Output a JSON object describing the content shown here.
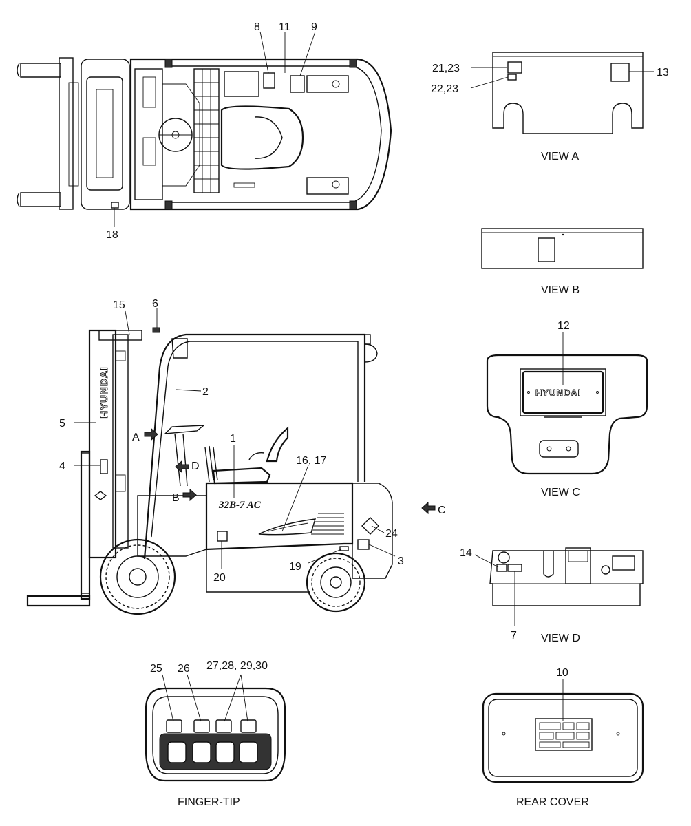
{
  "labels": {
    "n1": "1",
    "n2": "2",
    "n3": "3",
    "n4": "4",
    "n5": "5",
    "n6": "6",
    "n7": "7",
    "n8": "8",
    "n9": "9",
    "n10": "10",
    "n11": "11",
    "n12": "12",
    "n13": "13",
    "n14": "14",
    "n15": "15",
    "n16_17": "16, 17",
    "n18": "18",
    "n19": "19",
    "n20": "20",
    "n21_23": "21,23",
    "n22_23": "22,23",
    "n24": "24",
    "n25": "25",
    "n26": "26",
    "n27_30": "27,28, 29,30"
  },
  "arrows": {
    "a": "A",
    "b": "B",
    "c": "C",
    "d": "D"
  },
  "captions": {
    "view_a": "VIEW A",
    "view_b": "VIEW B",
    "view_c": "VIEW C",
    "view_d": "VIEW D",
    "finger_tip": "FINGER-TIP",
    "rear_cover": "REAR COVER"
  },
  "brand": {
    "mast": "HYUNDAI",
    "counterweight": "HYUNDAI"
  },
  "model_text": "32B-7 AC"
}
